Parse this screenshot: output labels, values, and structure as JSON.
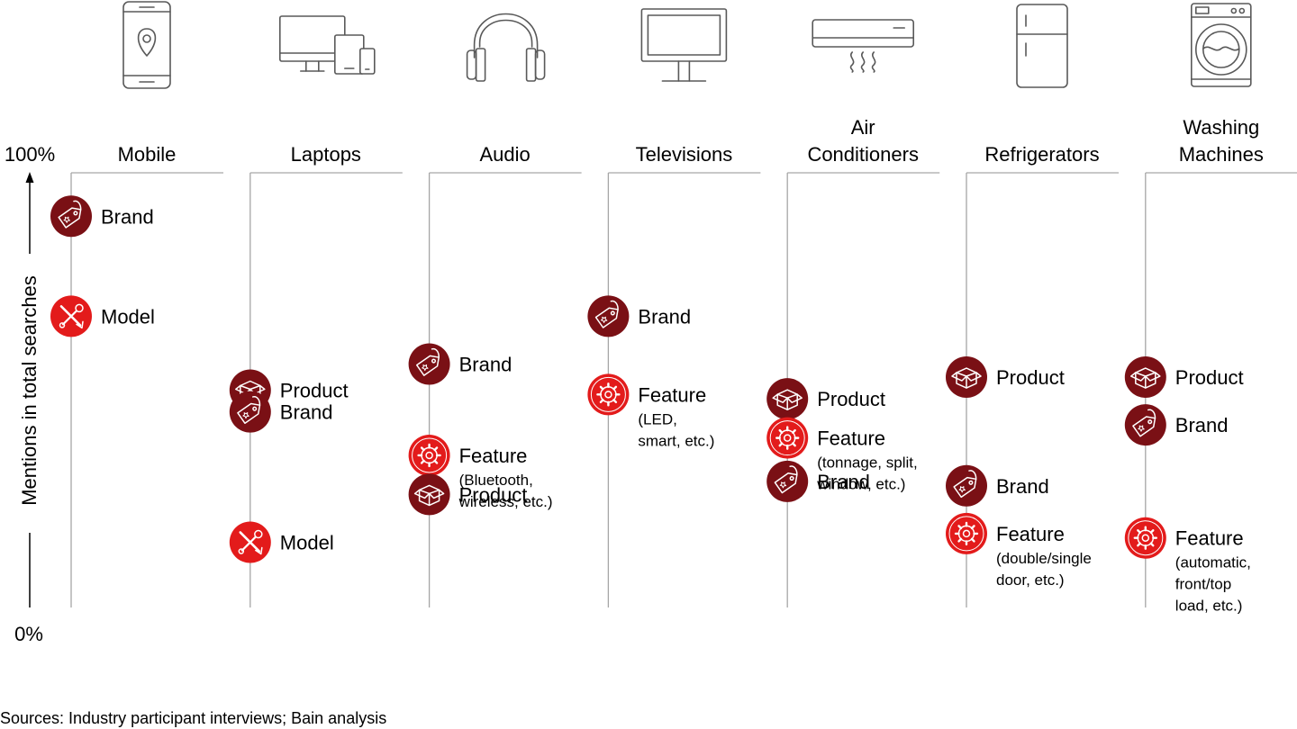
{
  "chart_data": {
    "type": "dot-column",
    "ylabel": "Mentions in total searches",
    "y_axis": {
      "top_label": "100%",
      "bottom_label": "0%",
      "ylim": [
        0,
        100
      ]
    },
    "category_colors": {
      "Brand": "#7a1015",
      "Product": "#7a1015",
      "Model": "#e31b1b",
      "Feature": "#e31b1b"
    },
    "categories": [
      {
        "name_lines": [
          "Mobile"
        ],
        "icon": "smartphone-location-icon",
        "points": [
          {
            "label": "Brand",
            "detail_lines": [],
            "value": 90,
            "icon": "price-tag-icon"
          },
          {
            "label": "Model",
            "detail_lines": [],
            "value": 67,
            "icon": "tools-icon"
          }
        ]
      },
      {
        "name_lines": [
          "Laptops"
        ],
        "icon": "computer-devices-icon",
        "points": [
          {
            "label": "Product",
            "detail_lines": [],
            "value": 50,
            "icon": "box-icon"
          },
          {
            "label": "Brand",
            "detail_lines": [],
            "value": 45,
            "icon": "price-tag-icon"
          },
          {
            "label": "Model",
            "detail_lines": [],
            "value": 15,
            "icon": "tools-icon"
          }
        ]
      },
      {
        "name_lines": [
          "Audio"
        ],
        "icon": "headphones-icon",
        "points": [
          {
            "label": "Brand",
            "detail_lines": [],
            "value": 56,
            "icon": "price-tag-icon"
          },
          {
            "label": "Feature",
            "detail_lines": [
              "(Bluetooth,",
              "wireless, etc.)"
            ],
            "value": 35,
            "icon": "gear-icon"
          },
          {
            "label": "Product",
            "detail_lines": [],
            "value": 26,
            "icon": "box-icon"
          }
        ]
      },
      {
        "name_lines": [
          "Televisions"
        ],
        "icon": "television-icon",
        "points": [
          {
            "label": "Brand",
            "detail_lines": [],
            "value": 67,
            "icon": "price-tag-icon"
          },
          {
            "label": "Feature",
            "detail_lines": [
              "(LED,",
              "smart, etc.)"
            ],
            "value": 49,
            "icon": "gear-icon"
          }
        ]
      },
      {
        "name_lines": [
          "Air",
          "Conditioners"
        ],
        "icon": "air-conditioner-icon",
        "points": [
          {
            "label": "Product",
            "detail_lines": [],
            "value": 48,
            "icon": "box-icon"
          },
          {
            "label": "Feature",
            "detail_lines": [
              "(tonnage, split,",
              "window, etc.)"
            ],
            "value": 39,
            "icon": "gear-icon"
          },
          {
            "label": "Brand",
            "detail_lines": [],
            "value": 29,
            "icon": "price-tag-icon"
          }
        ]
      },
      {
        "name_lines": [
          "Refrigerators"
        ],
        "icon": "refrigerator-icon",
        "points": [
          {
            "label": "Product",
            "detail_lines": [],
            "value": 53,
            "icon": "box-icon"
          },
          {
            "label": "Brand",
            "detail_lines": [],
            "value": 28,
            "icon": "price-tag-icon"
          },
          {
            "label": "Feature",
            "detail_lines": [
              "(double/single",
              "door, etc.)"
            ],
            "value": 17,
            "icon": "gear-icon"
          }
        ]
      },
      {
        "name_lines": [
          "Washing",
          "Machines"
        ],
        "icon": "washing-machine-icon",
        "points": [
          {
            "label": "Product",
            "detail_lines": [],
            "value": 53,
            "icon": "box-icon"
          },
          {
            "label": "Brand",
            "detail_lines": [],
            "value": 42,
            "icon": "price-tag-icon"
          },
          {
            "label": "Feature",
            "detail_lines": [
              "(automatic,",
              "front/top",
              "load, etc.)"
            ],
            "value": 16,
            "icon": "gear-icon"
          }
        ]
      }
    ]
  },
  "footer": {
    "sources": "Sources: Industry participant interviews; Bain analysis"
  }
}
